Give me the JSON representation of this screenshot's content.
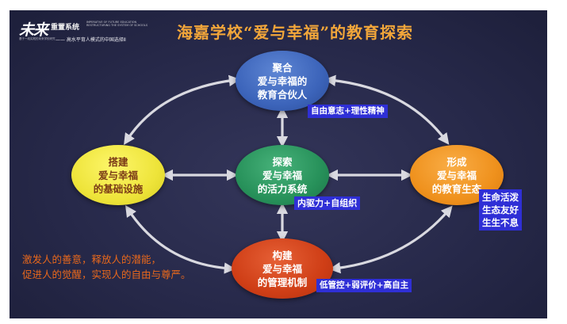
{
  "logo": {
    "main": "未来",
    "series": "重置系统",
    "english": "IMPERATIVE OF FUTURE EDUCATION RESTRUCTURING THE SYSTEM OF SCHOOLS",
    "line": "—— 高水平育人模式的中国选择Ⅱ",
    "tiny": "基于一线实践的未来学校研究"
  },
  "title": "海嘉学校“爱与幸福”的教育探索",
  "nodes": {
    "top": {
      "lines": [
        "聚合",
        "爱与幸福的",
        "教育合伙人"
      ],
      "color": "#3c64ba"
    },
    "center": {
      "lines": [
        "探索",
        "爱与幸福",
        "的活力系统"
      ],
      "color": "#27915a"
    },
    "left": {
      "lines": [
        "搭建",
        "爱与幸福",
        "的基础设施"
      ],
      "color": "#eee43a"
    },
    "right": {
      "lines": [
        "形成",
        "爱与幸福",
        "的教育生态"
      ],
      "color": "#ef911d"
    },
    "bottom": {
      "lines": [
        "构建",
        "爱与幸福",
        "的管理机制"
      ],
      "color": "#cf3e16"
    }
  },
  "tags": {
    "top": "自由意志+理性精神",
    "center": "内驱力+自组织",
    "bottom": "低管控+弱评价+高自主",
    "right": [
      "生命活泼",
      "生态友好",
      "生生不息"
    ]
  },
  "motto": [
    "激发人的善意，释放人的潜能，",
    "促进人的觉醒，实现人的自由与尊严。"
  ],
  "colors": {
    "background": "#27294a",
    "title": "#f2a63a",
    "tag_background": "#2f2fd6",
    "motto": "#e8681c",
    "arrow": "#d9d9e0"
  }
}
